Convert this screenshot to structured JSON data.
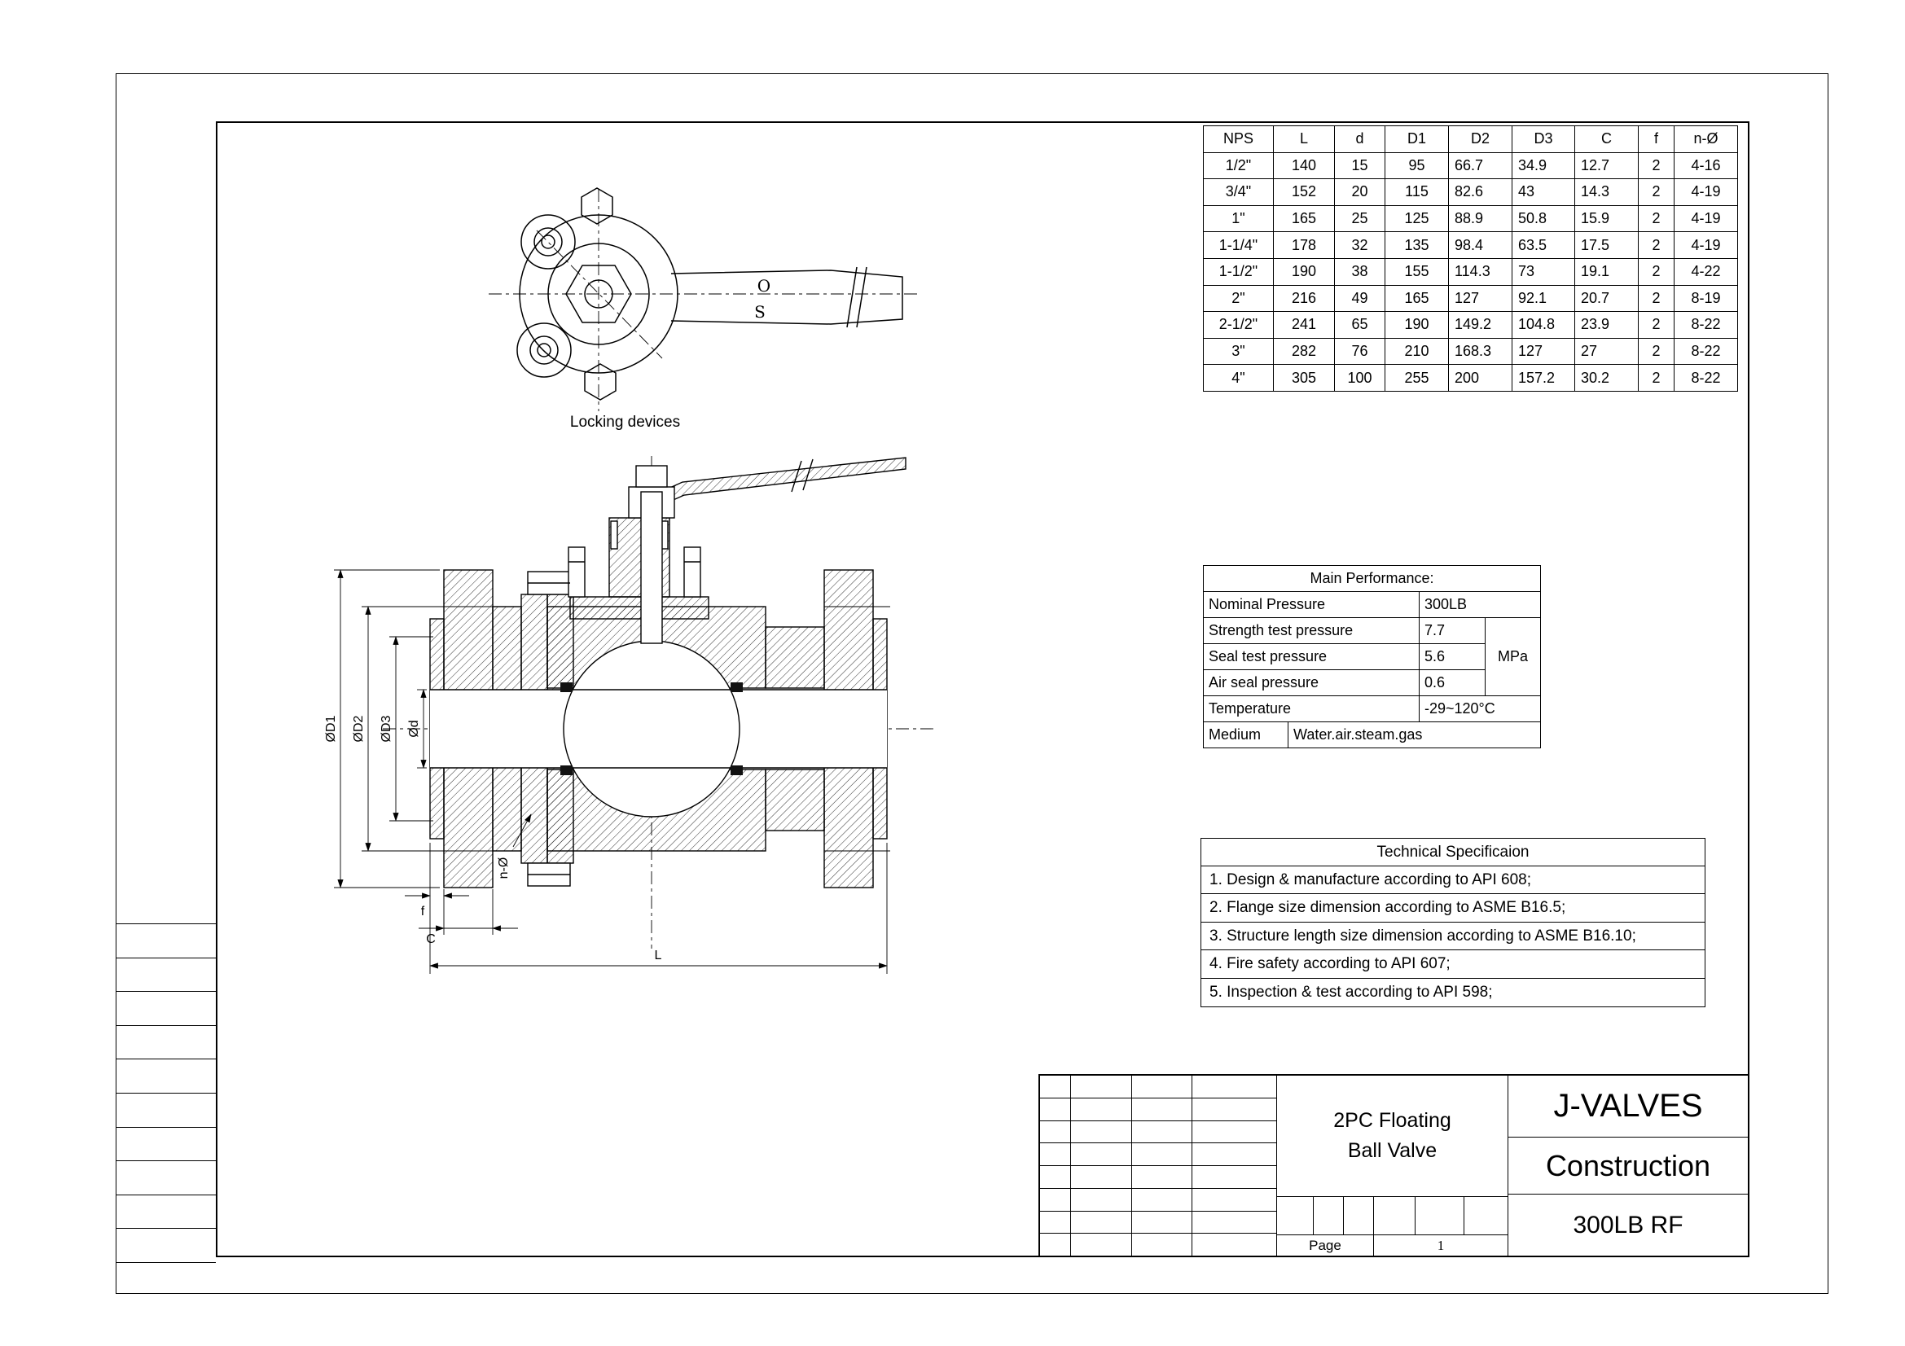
{
  "drawing": {
    "locking_label": "Locking devices",
    "indicator_open": "O",
    "indicator_shut": "S",
    "dim_labels": {
      "d1": "ØD1",
      "d2": "ØD2",
      "d3": "ØD3",
      "d": "Ød",
      "f": "f",
      "c": "C",
      "l": "L",
      "n": "n-Ø"
    }
  },
  "dim_table": {
    "headers": [
      "NPS",
      "L",
      "d",
      "D1",
      "D2",
      "D3",
      "C",
      "f",
      "n-Ø"
    ],
    "rows": [
      [
        "1/2\"",
        "140",
        "15",
        "95",
        "66.7",
        "34.9",
        "12.7",
        "2",
        "4-16"
      ],
      [
        "3/4\"",
        "152",
        "20",
        "115",
        "82.6",
        "43",
        "14.3",
        "2",
        "4-19"
      ],
      [
        "1\"",
        "165",
        "25",
        "125",
        "88.9",
        "50.8",
        "15.9",
        "2",
        "4-19"
      ],
      [
        "1-1/4\"",
        "178",
        "32",
        "135",
        "98.4",
        "63.5",
        "17.5",
        "2",
        "4-19"
      ],
      [
        "1-1/2\"",
        "190",
        "38",
        "155",
        "114.3",
        "73",
        "19.1",
        "2",
        "4-22"
      ],
      [
        "2\"",
        "216",
        "49",
        "165",
        "127",
        "92.1",
        "20.7",
        "2",
        "8-19"
      ],
      [
        "2-1/2\"",
        "241",
        "65",
        "190",
        "149.2",
        "104.8",
        "23.9",
        "2",
        "8-22"
      ],
      [
        "3\"",
        "282",
        "76",
        "210",
        "168.3",
        "127",
        "27",
        "2",
        "8-22"
      ],
      [
        "4\"",
        "305",
        "100",
        "255",
        "200",
        "157.2",
        "30.2",
        "2",
        "8-22"
      ]
    ]
  },
  "performance": {
    "title": "Main Performance:",
    "nominal_label": "Nominal Pressure",
    "nominal_value": "300LB",
    "strength_label": "Strength test pressure",
    "strength_value": "7.7",
    "seal_label": "Seal test pressure",
    "seal_value": "5.6",
    "air_label": "Air seal pressure",
    "air_value": "0.6",
    "unit": "MPa",
    "temp_label": "Temperature",
    "temp_value": "-29~120°C",
    "medium_label": "Medium",
    "medium_value": "Water.air.steam.gas"
  },
  "tech_spec": {
    "title": "Technical Specificaion",
    "items": [
      "1. Design & manufacture according to API 608;",
      "2. Flange size dimension according to ASME B16.5;",
      "3. Structure length size dimension according to ASME B16.10;",
      "4. Fire safety according to API 607;",
      "5. Inspection & test according to API 598;"
    ]
  },
  "title_block": {
    "product_line1": "2PC Floating",
    "product_line2": "Ball Valve",
    "company": "J-VALVES",
    "doc_type": "Construction",
    "rating": "300LB RF",
    "page_label": "Page",
    "page_number": "1"
  }
}
